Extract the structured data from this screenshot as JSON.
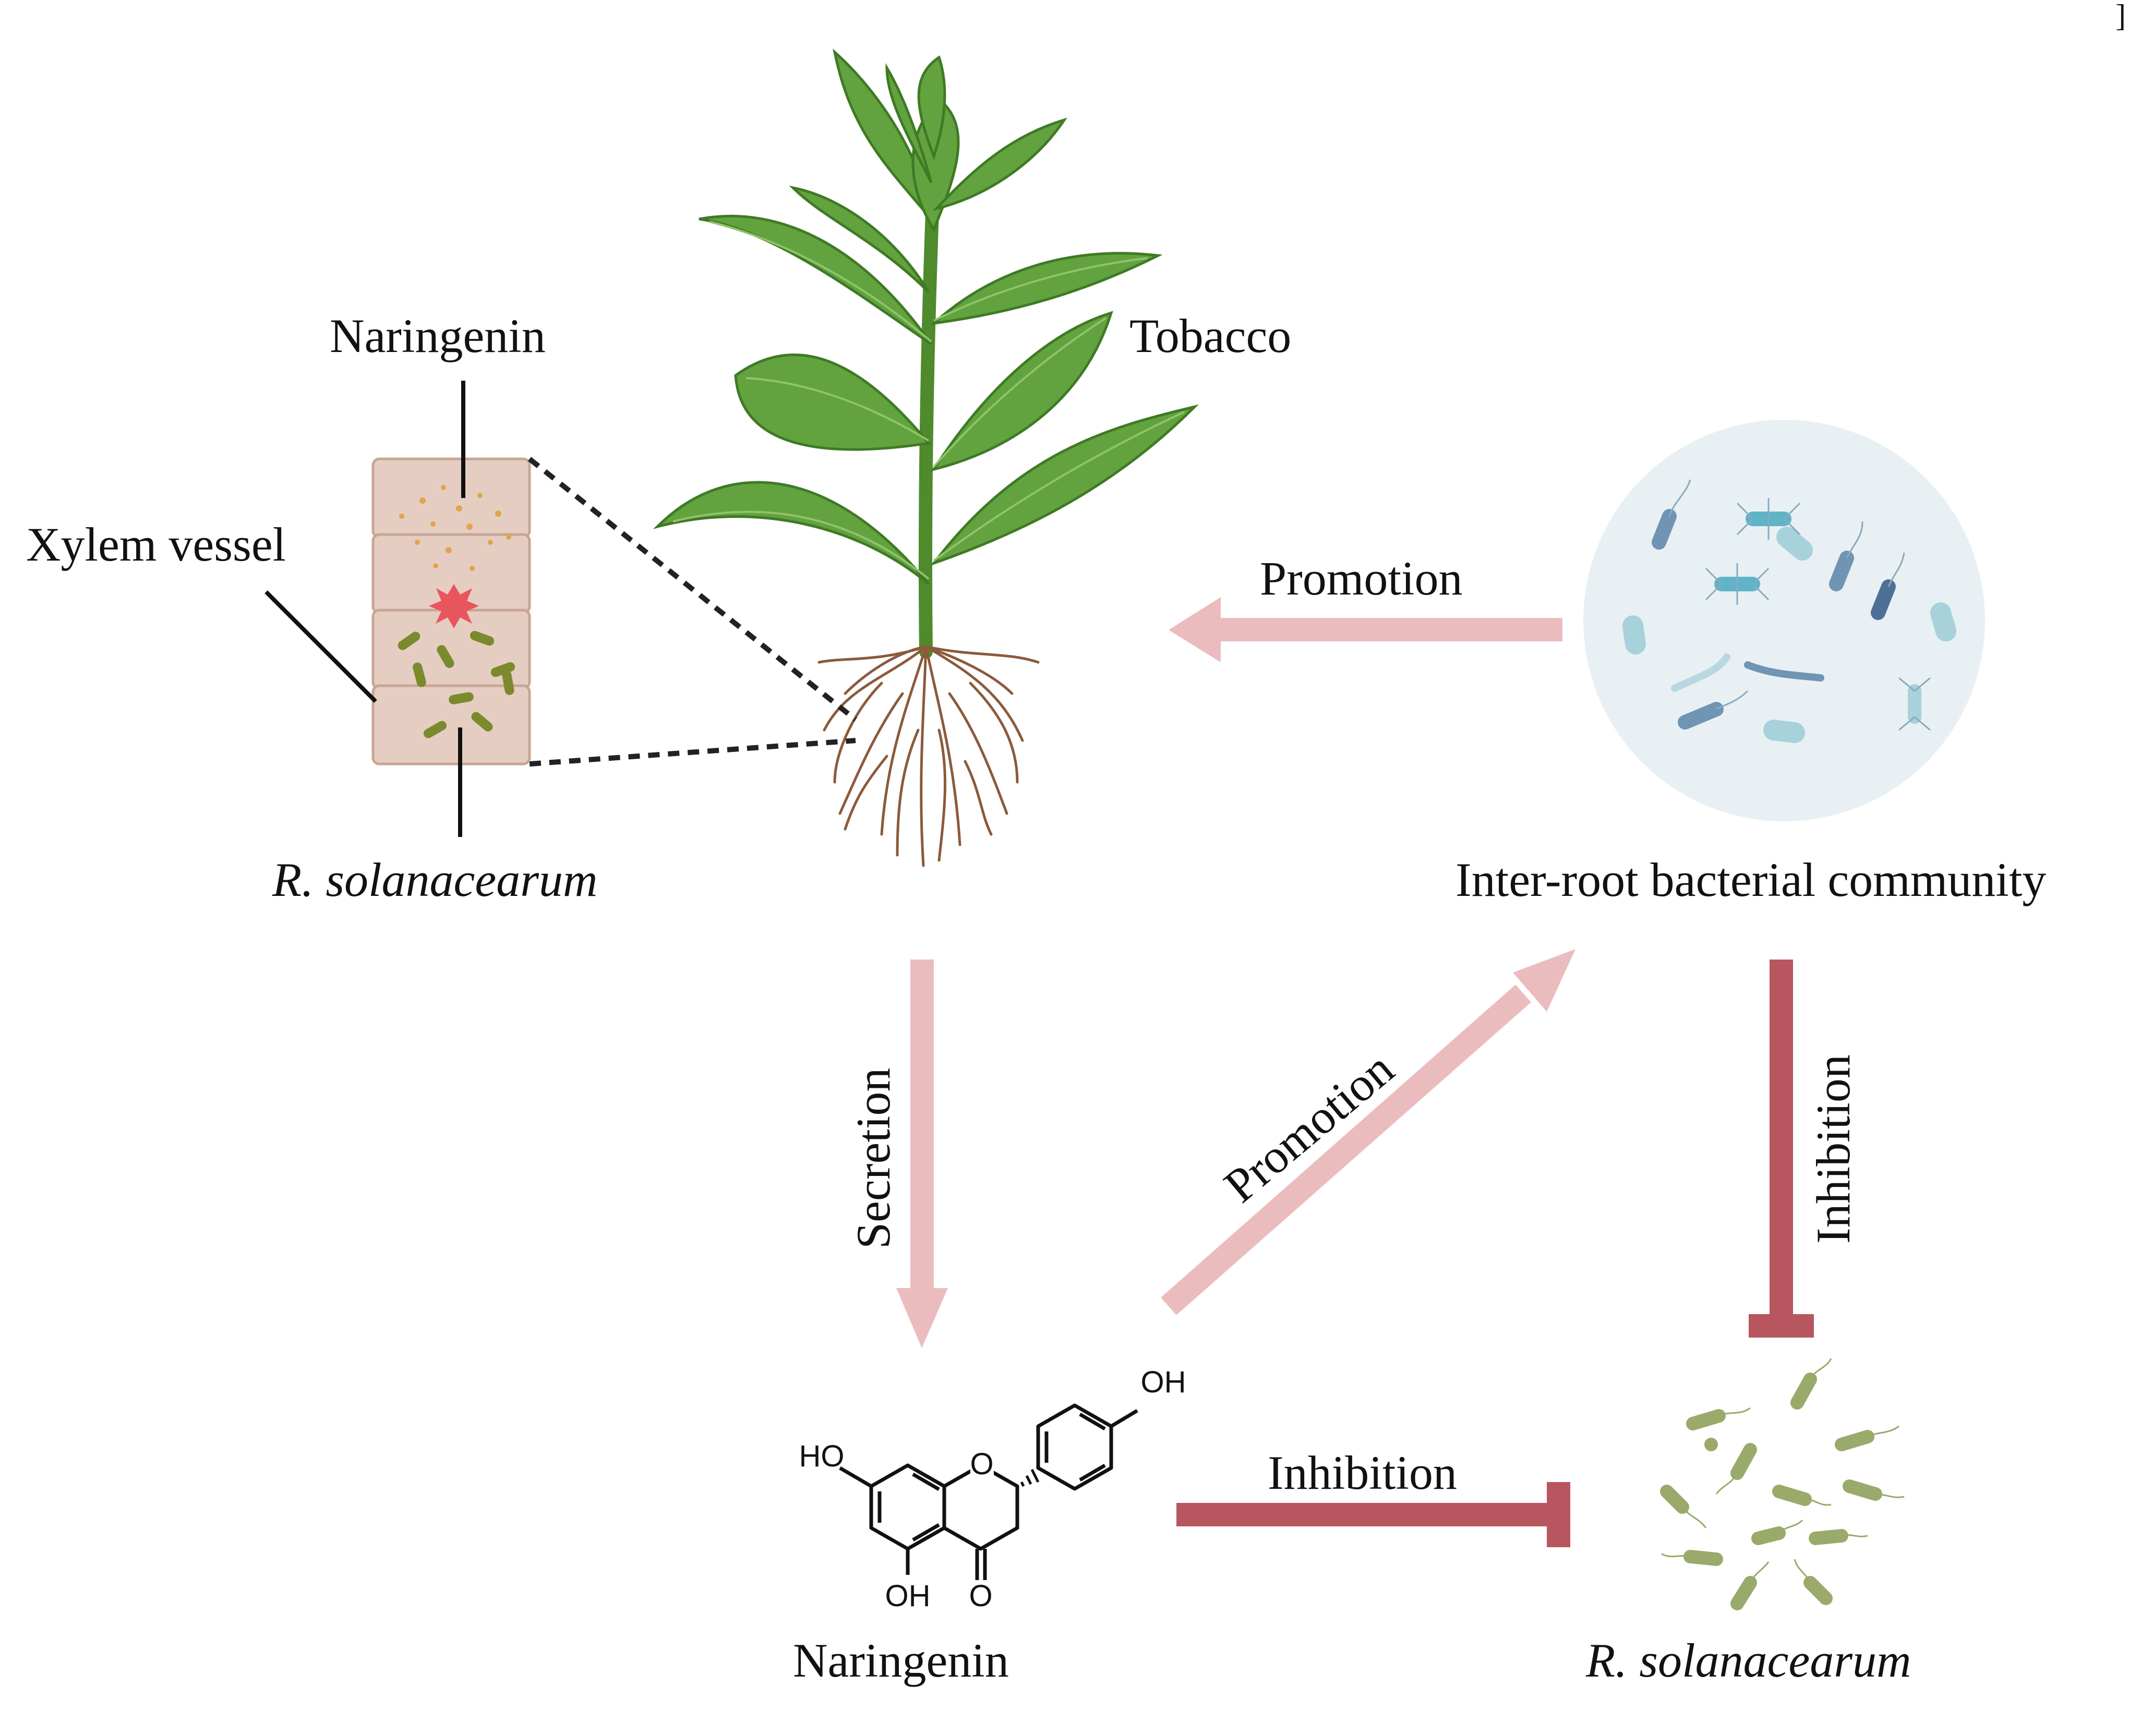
{
  "labels": {
    "tobacco": "Tobacco",
    "naringenin_top": "Naringenin",
    "xylem_vessel": "Xylem vessel",
    "rs_left": "R. solanacearum",
    "community": "Inter-root bacterial community",
    "promotion_top": "Promotion",
    "secretion": "Secretion",
    "promotion_diag": "Promotion",
    "inhibition_right": "Inhibition",
    "inhibition_bottom": "Inhibition",
    "naringenin_bottom": "Naringenin",
    "rs_bottom": "R. solanacearum",
    "corner_mark": "]"
  },
  "molecule": {
    "ho": "HO",
    "oh_top": "OH",
    "oh_bottom": "OH",
    "o_ring": "O",
    "o_ketone": "O"
  },
  "colors": {
    "promotion_arrow": "#ebbcbe",
    "inhibition_bar": "#b8565f",
    "leaf": "#5f9e3c",
    "stem": "#4f8a2c",
    "root": "#8b5a3c",
    "xylem": "#e6cdc2",
    "community_circle": "#e8f0f4",
    "rs_bacteria": "#9aaa6a"
  }
}
